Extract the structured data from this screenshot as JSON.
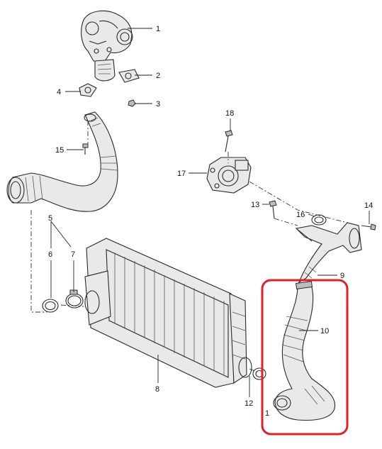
{
  "diagram": {
    "callouts": {
      "c1_top": "1",
      "c2": "2",
      "c3": "3",
      "c4": "4",
      "c5": "5",
      "c6": "6",
      "c7": "7",
      "c8": "8",
      "c9": "9",
      "c10": "10",
      "c12": "12",
      "c1_bottom": "1",
      "c13": "13",
      "c14": "14",
      "c15": "15",
      "c16": "16",
      "c17": "17",
      "c18": "18"
    },
    "highlight_color": "#e0202a"
  }
}
